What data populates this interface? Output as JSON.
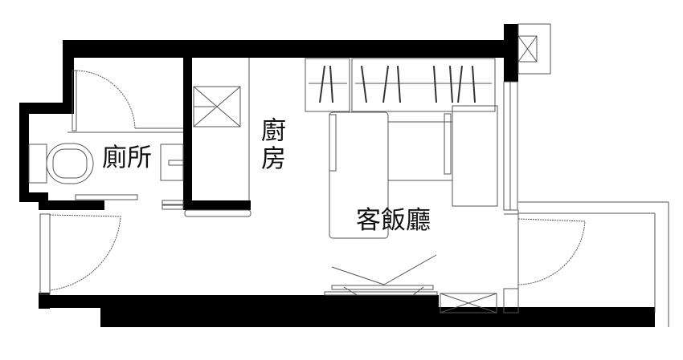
{
  "rooms": {
    "toilet": "廁所",
    "kitchen": "廚房",
    "living_dining": "客飯廳"
  },
  "colors": {
    "wall": "#000000",
    "line": "#555555",
    "background": "#ffffff"
  }
}
